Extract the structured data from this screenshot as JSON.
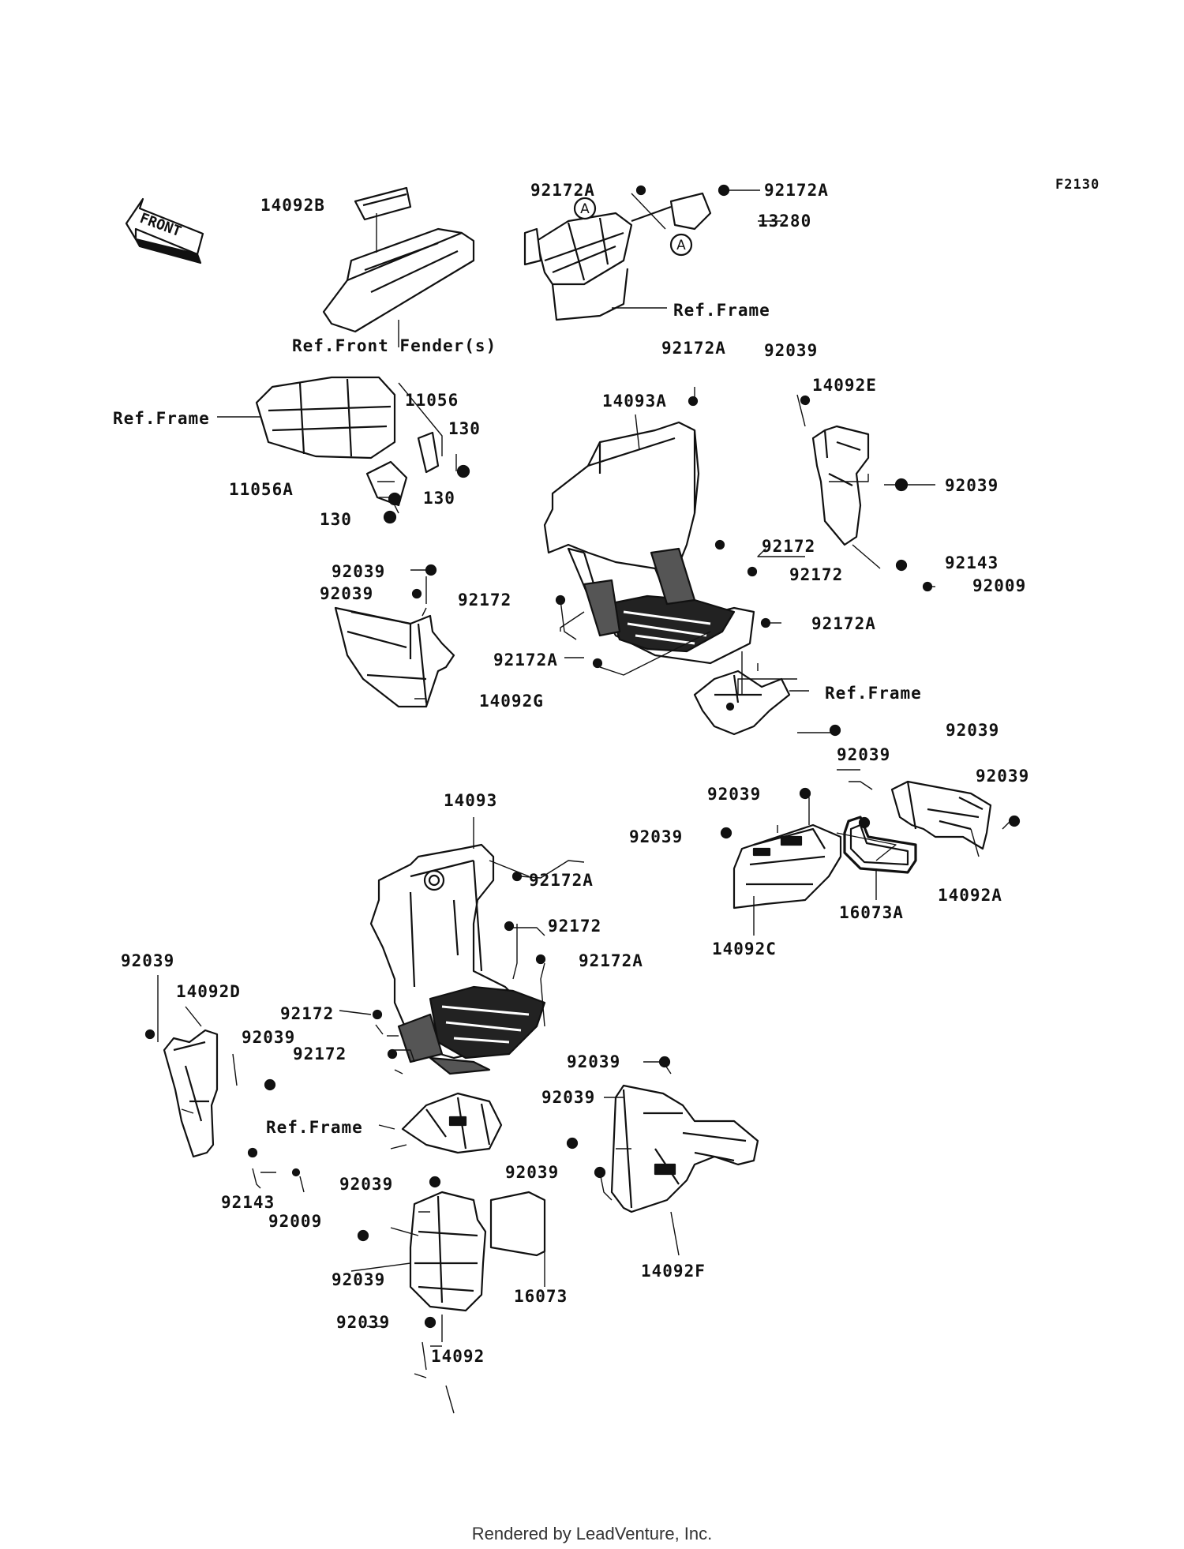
{
  "figure_code": "F2130",
  "front_arrow_label": "FRONT",
  "callout_letter": "A",
  "credit": "Rendered by LeadVenture, Inc.",
  "labels": {
    "l14092B": "14092B",
    "l92172A_t1": "92172A",
    "l92172A_t2": "92172A",
    "l13280": "13280",
    "lRefFrame1": "Ref.Frame",
    "lRefFender": "Ref.Front Fender(s)",
    "lRefFrame2": "Ref.Frame",
    "l11056": "11056",
    "l130a": "130",
    "l11056A": "11056A",
    "l130b": "130",
    "l130c": "130",
    "l92172A_m": "92172A",
    "l14093A": "14093A",
    "l92039_e1": "92039",
    "l14092E": "14092E",
    "l92039_e2": "92039",
    "l92172_m1": "92172",
    "l92143_r": "92143",
    "l92172_m2": "92172",
    "l92009_r": "92009",
    "l92039_g1": "92039",
    "l92039_g2": "92039",
    "l92172_m3": "92172",
    "l92172A_m2": "92172A",
    "l92172A_m3": "92172A",
    "l14092G": "14092G",
    "lRefFrame3": "Ref.Frame",
    "l92039_a1": "92039",
    "l92039_a2": "92039",
    "l92039_a3": "92039",
    "l92039_c1": "92039",
    "l92039_c2": "92039",
    "l14092A": "14092A",
    "l16073A": "16073A",
    "l14092C": "14092C",
    "l14093": "14093",
    "l92172A_b1": "92172A",
    "l92172_b1": "92172",
    "l92172A_b2": "92172A",
    "l92039_d1": "92039",
    "l14092D": "14092D",
    "l92039_d2": "92039",
    "l92172_b2": "92172",
    "l92172_b3": "92172",
    "lRefFrame4": "Ref.Frame",
    "l92143_d": "92143",
    "l92009_d": "92009",
    "l92039_f1": "92039",
    "l92039_f2": "92039",
    "l92039_f3": "92039",
    "l14092F": "14092F",
    "l92039_h1": "92039",
    "l92039_h2": "92039",
    "l92039_h3": "92039",
    "l16073": "16073",
    "l14092": "14092"
  }
}
